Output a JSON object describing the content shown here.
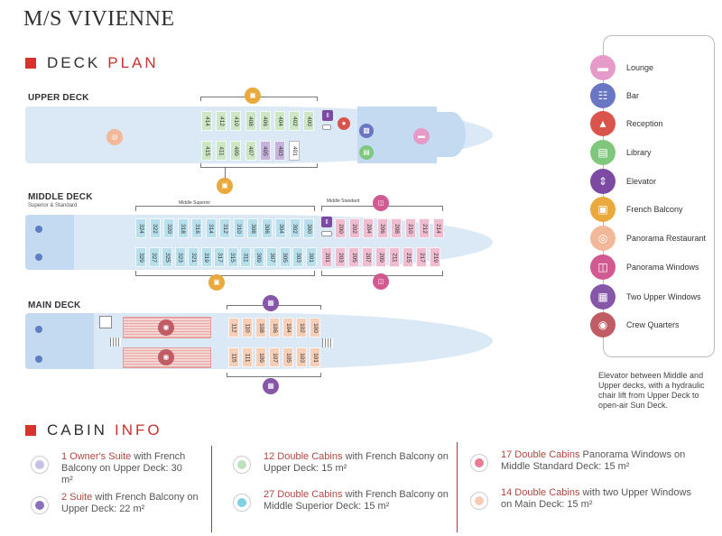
{
  "title": "M/S VIVIENNE",
  "deck_plan_heading": {
    "word1": "DECK",
    "word2": "PLAN"
  },
  "cabin_info_heading": {
    "word1": "CABIN",
    "word2": "INFO"
  },
  "decks": {
    "upper": {
      "label": "UPPER DECK",
      "top_row": [
        "414",
        "412",
        "410",
        "408",
        "406",
        "404",
        "402",
        "400"
      ],
      "bottom_row": [
        "415",
        "411",
        "409",
        "407",
        "405",
        "403",
        "401"
      ]
    },
    "middle": {
      "label": "MIDDLE DECK",
      "sublabel": "Superior & Standard",
      "superior_note": "Middle Superior",
      "standard_note": "Middle Standard",
      "superior_top": [
        "324",
        "322",
        "320",
        "318",
        "316",
        "314",
        "312",
        "310",
        "308",
        "306",
        "304",
        "302",
        "300"
      ],
      "superior_bottom": [
        "329",
        "327",
        "325",
        "323",
        "321",
        "319",
        "317",
        "315",
        "311",
        "309",
        "307",
        "305",
        "303",
        "301"
      ],
      "standard_top": [
        "200",
        "202",
        "204",
        "206",
        "208",
        "210",
        "212",
        "214"
      ],
      "standard_bottom": [
        "201",
        "203",
        "205",
        "207",
        "209",
        "211",
        "215",
        "217",
        "219"
      ]
    },
    "main": {
      "label": "MAIN DECK",
      "top_row": [
        "112",
        "110",
        "108",
        "106",
        "104",
        "102",
        "100"
      ],
      "bottom_row": [
        "115",
        "111",
        "109",
        "107",
        "105",
        "103",
        "101"
      ]
    }
  },
  "legend": [
    {
      "label": "Lounge",
      "icon": "sofa-icon",
      "color": "#e59ac8"
    },
    {
      "label": "Bar",
      "icon": "glasses-icon",
      "color": "#6a76c4"
    },
    {
      "label": "Reception",
      "icon": "bell-icon",
      "color": "#d9544a"
    },
    {
      "label": "Library",
      "icon": "book-icon",
      "color": "#7fc77c"
    },
    {
      "label": "Elevator",
      "icon": "elevator-icon",
      "color": "#7c4aa3"
    },
    {
      "label": "French Balcony",
      "icon": "balcony-icon",
      "color": "#e9a93c"
    },
    {
      "label": "Panorama Restaurant",
      "icon": "restaurant-icon",
      "color": "#f1b99a"
    },
    {
      "label": "Panorama Windows",
      "icon": "window-icon",
      "color": "#d25a92"
    },
    {
      "label": "Two Upper Windows",
      "icon": "two-windows-icon",
      "color": "#8657a8"
    },
    {
      "label": "Crew Quarters",
      "icon": "crew-icon",
      "color": "#bf5c66"
    }
  ],
  "elevator_note": "Elevator between Middle and Upper decks,  with a hydraulic chair lift  from Upper Deck to open-air Sun Deck.",
  "cabin_info": [
    {
      "count": "1 Owner's Suite",
      "rest": " with French Balcony on Upper Deck: 30 m²",
      "color": "#c9c0e6"
    },
    {
      "count": "2 Suite",
      "rest": " with French Balcony on Upper Deck: 22 m²",
      "color": "#8a72b8"
    },
    {
      "count": "12 Double Cabins",
      "rest": " with French Balcony on Upper Deck: 15 m²",
      "color": "#bfe0bc"
    },
    {
      "count": "27 Double Cabins",
      "rest": " with French Balcony on Middle Superior Deck: 15 m²",
      "color": "#7dd1e0"
    },
    {
      "count": "17 Double Cabins",
      "rest": " Panorama Windows on Middle Standard Deck: 15 m²",
      "color": "#e77d97"
    },
    {
      "count": "14 Double Cabins",
      "rest": " with two Upper Windows on Main Deck: 15 m²",
      "color": "#f6cbb6"
    }
  ]
}
